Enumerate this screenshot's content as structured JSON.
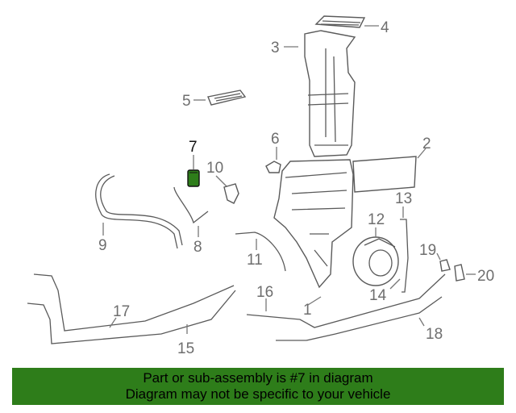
{
  "callouts": {
    "c1": "1",
    "c2": "2",
    "c3": "3",
    "c4": "4",
    "c5": "5",
    "c6": "6",
    "c7": "7",
    "c8": "8",
    "c9": "9",
    "c10": "10",
    "c11": "11",
    "c12": "12",
    "c13": "13",
    "c14": "14",
    "c15": "15",
    "c16": "16",
    "c17": "17",
    "c18": "18",
    "c19": "19",
    "c20": "20"
  },
  "highlighted_part": "7",
  "colors": {
    "banner_bg": "#2e7d1a",
    "highlight_part": "#2e7d1a",
    "callout_text": "#6e6e6e",
    "highlight_text": "#111111"
  },
  "banner": {
    "line1": "Part or sub-assembly is #7 in diagram",
    "line2": "Diagram may not be specific to your vehicle"
  }
}
